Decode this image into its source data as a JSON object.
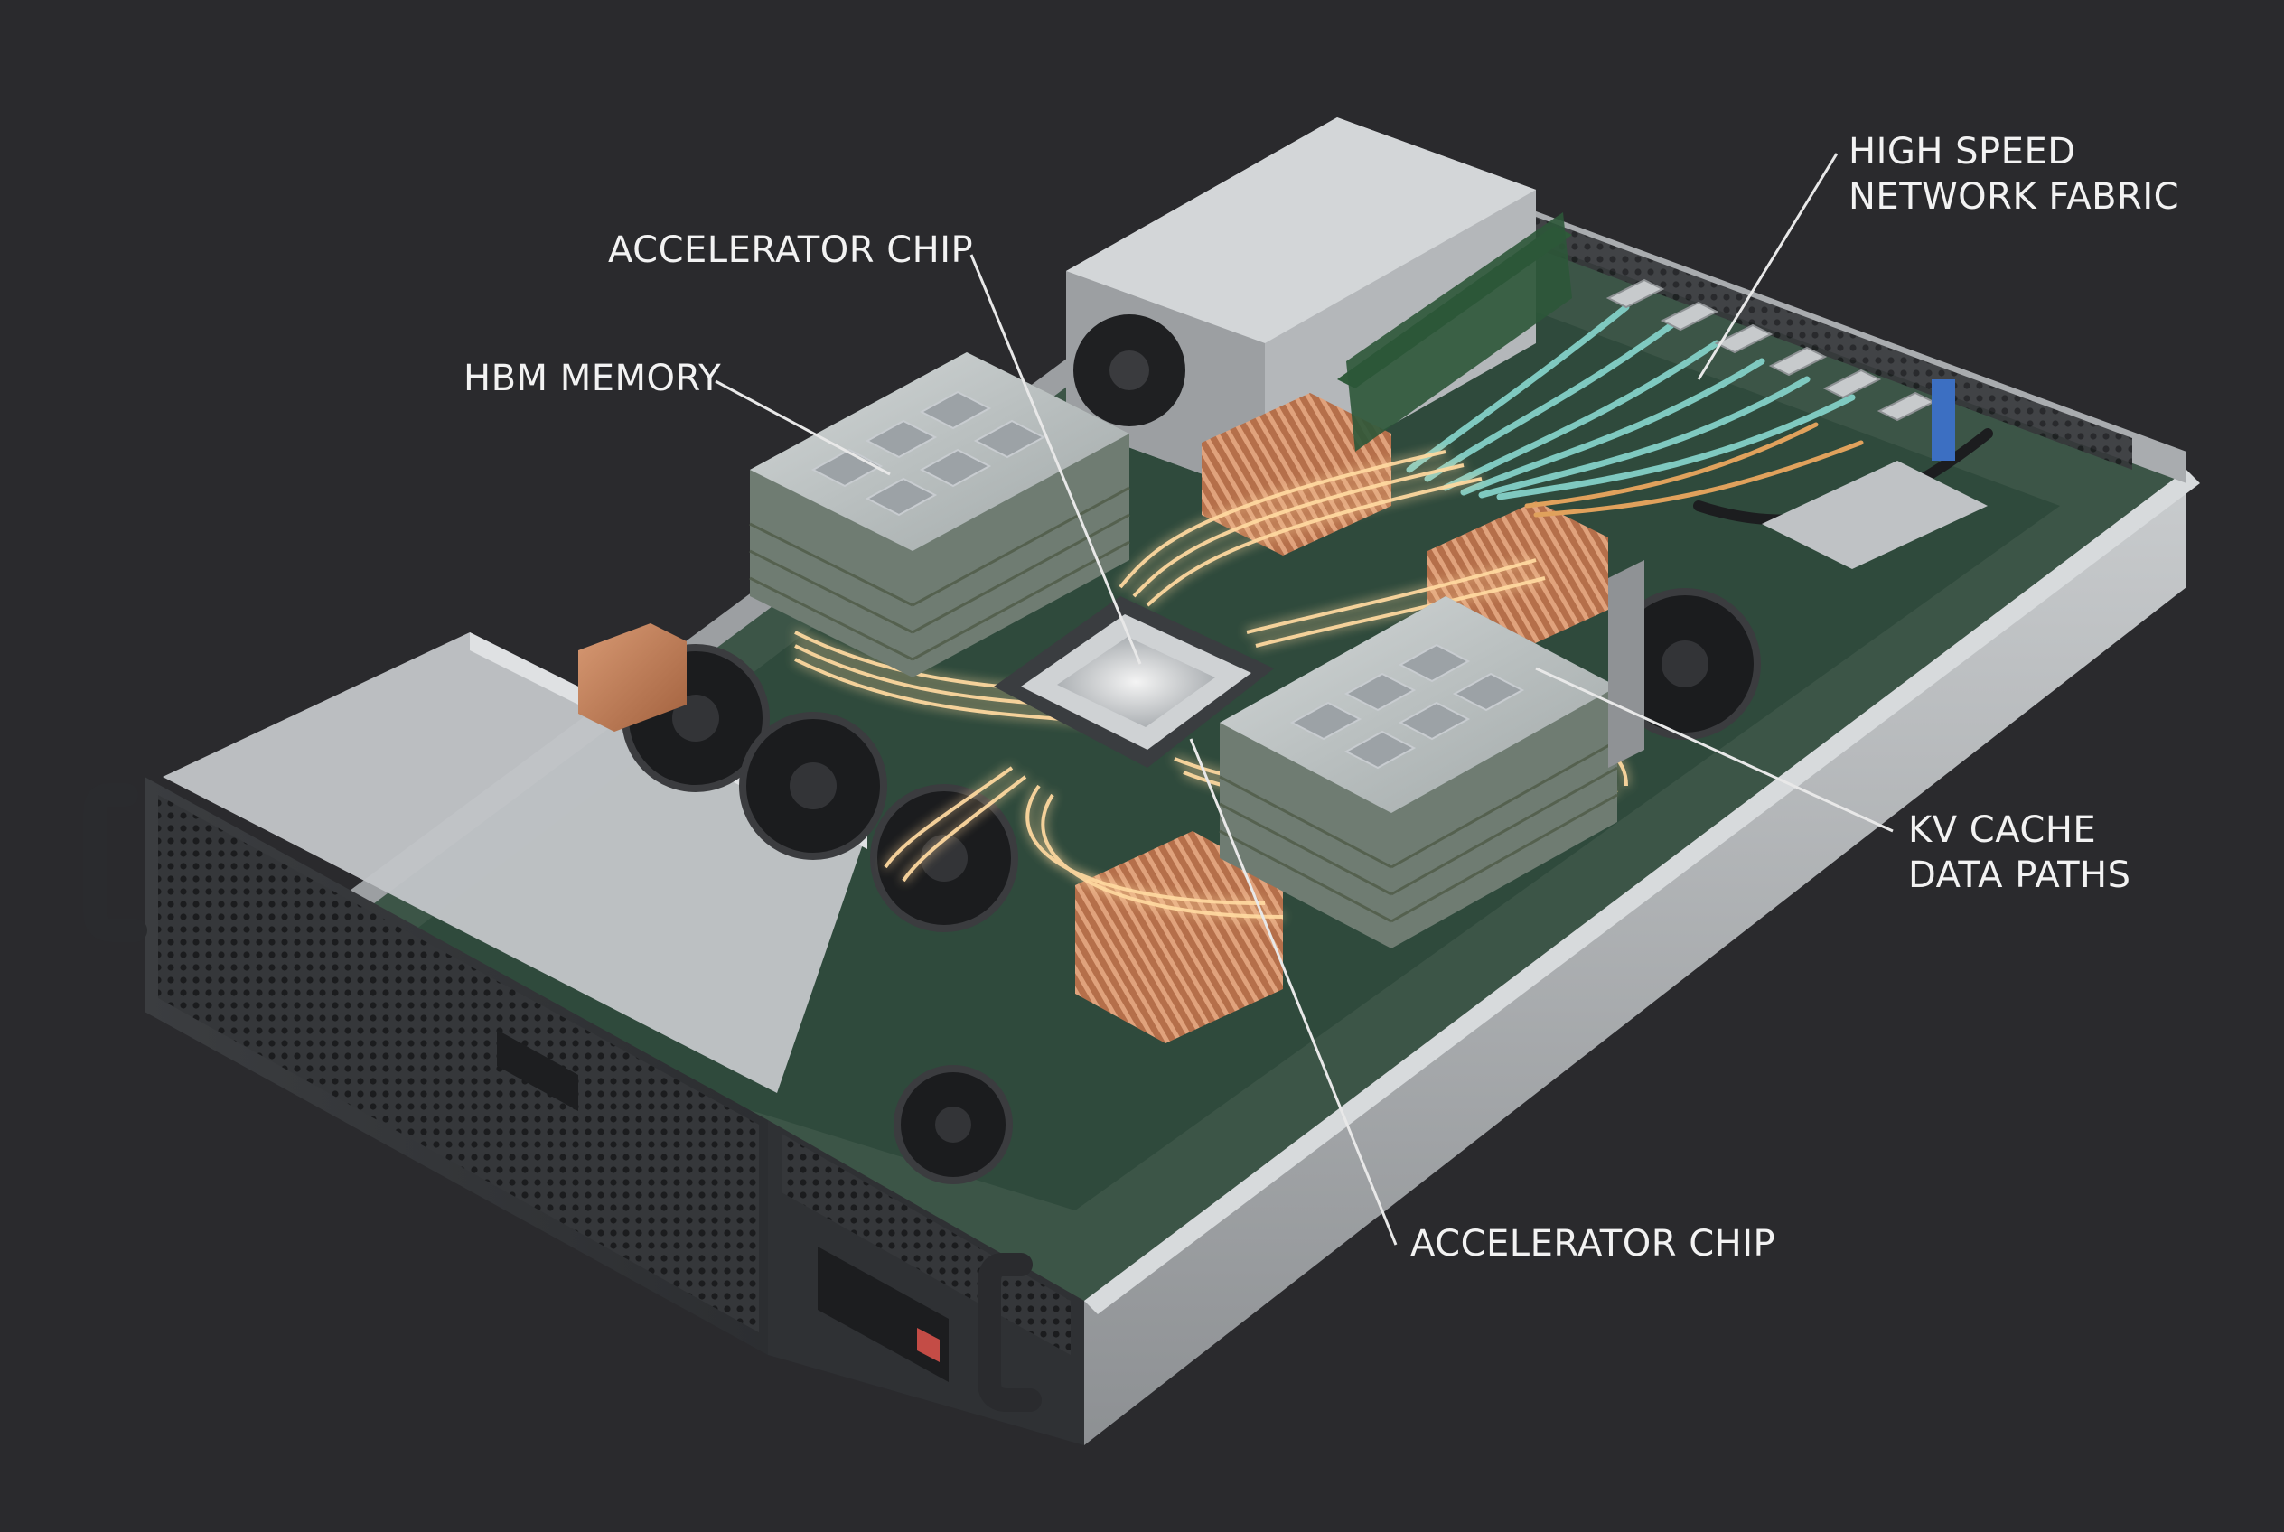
{
  "diagram": {
    "labels": {
      "accelerator_top": "ACCELERATOR CHIP",
      "hbm_memory": "HBM MEMORY",
      "network_line1": "HIGH SPEED",
      "network_line2": "NETWORK FABRIC",
      "kv_line1": "KV CACHE",
      "kv_line2": "DATA PATHS",
      "accelerator_bottom": "ACCELERATOR CHIP"
    },
    "colors": {
      "background": "#2a2a2d",
      "chassis": "#b9bcbf",
      "chassis_dark": "#45474a",
      "pcb": "#2f4a3c",
      "copper": "#c27d57",
      "trace_glow": "#ffd9a0",
      "cable_teal": "#7fc9c0",
      "memory_glass": "#d9dde0"
    },
    "icons": [
      "fan-icon",
      "heatsink-icon",
      "handle-icon"
    ]
  }
}
